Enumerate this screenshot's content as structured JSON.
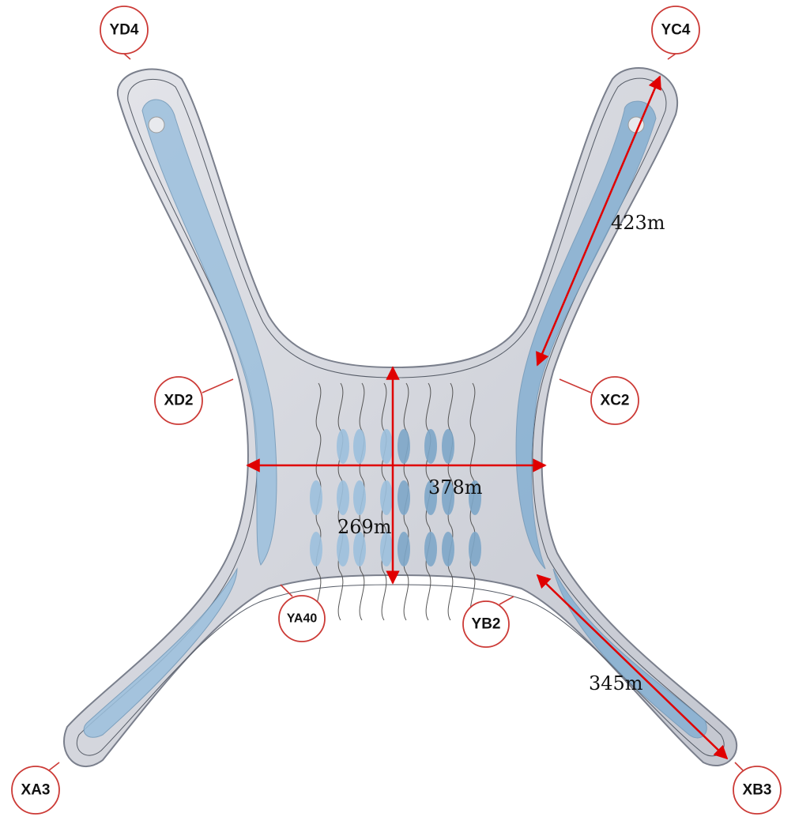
{
  "labels": {
    "yd4": "YD4",
    "yc4": "YC4",
    "xd2": "XD2",
    "xc2": "XC2",
    "ya40": "YA40",
    "yb2": "YB2",
    "xa3": "XA3",
    "xb3": "XB3"
  },
  "dimensions": {
    "arm_ne": "423m",
    "width": "378m",
    "height": "269m",
    "arm_se": "345m"
  },
  "colors": {
    "label_ring": "#cc3a36",
    "dimension_arrow": "#e00000",
    "roof": "#d4d6dc",
    "skylight": "#8fb6d6"
  }
}
